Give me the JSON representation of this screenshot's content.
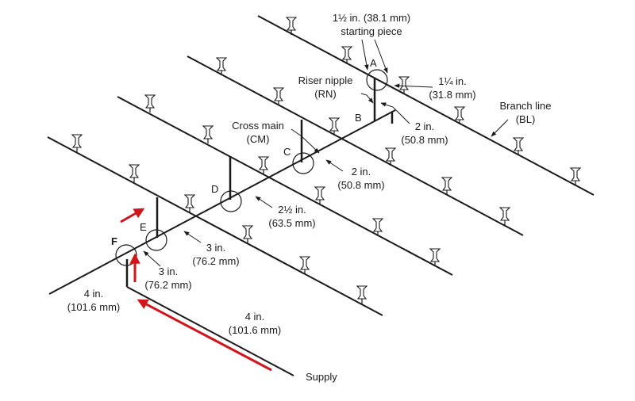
{
  "labels": {
    "starting_piece": {
      "line1": "1½ in. (38.1 mm)",
      "line2": "starting piece"
    },
    "riser_nipple": {
      "line1": "Riser nipple",
      "line2": "(RN)"
    },
    "branch_1_25": {
      "line1": "1¼ in.",
      "line2": "(31.8 mm)"
    },
    "branch_line": {
      "line1": "Branch line",
      "line2": "(BL)"
    },
    "cross_main": {
      "line1": "Cross main",
      "line2": "(CM)"
    },
    "size_2_b": {
      "line1": "2 in.",
      "line2": "(50.8 mm)"
    },
    "size_2_c": {
      "line1": "2 in.",
      "line2": "(50.8 mm)"
    },
    "size_2_5": {
      "line1": "2½ in.",
      "line2": "(63.5 mm)"
    },
    "size_3_e": {
      "line1": "3 in.",
      "line2": "(76.2 mm)"
    },
    "size_3_f": {
      "line1": "3 in.",
      "line2": "(76.2 mm)"
    },
    "size_4_left": {
      "line1": "4 in.",
      "line2": "(101.6 mm)"
    },
    "size_4_supply": {
      "line1": "4 in.",
      "line2": "(101.6 mm)"
    },
    "supply": "Supply"
  },
  "points": {
    "a": "A",
    "b": "B",
    "c": "C",
    "d": "D",
    "e": "E",
    "f": "F"
  },
  "colors": {
    "flow_arrow": "#d0161b",
    "pipe": "#1a1a1a"
  },
  "icons": {
    "sprinkler": "sprinkler-head-icon",
    "flow": "flow-arrow-icon"
  }
}
